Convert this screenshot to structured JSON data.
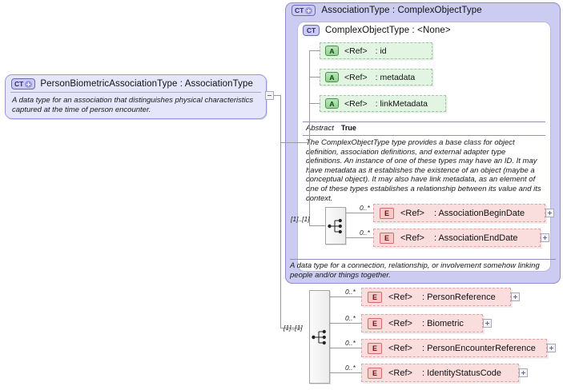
{
  "diagram": {
    "kind": "xsd-schema-diagram",
    "colors": {
      "complex_type_fill": "#ccccf2",
      "complex_type_border": "#8e8ec9",
      "type_box_fill": "#e6e6fa",
      "attribute_fill": "#e2f5e2",
      "attribute_border": "#9ec79e",
      "element_fill": "#fadede",
      "element_border": "#e0a6a6",
      "connector_line": "#9a9a9a",
      "background": "#ffffff"
    }
  },
  "left_type": {
    "badge": "CT",
    "badge_icon": "complex-type-expand-icon",
    "title": "PersonBiometricAssociationType : AssociationType",
    "documentation": "A data type for an association that distinguishes physical characteristics captured at the time of person encounter.",
    "toggle": "minus"
  },
  "association_type": {
    "badge": "CT",
    "badge_icon": "complex-type-expand-icon",
    "title": "AssociationType : ComplexObjectType",
    "documentation": "A data type for a connection, relationship, or involvement somehow linking people and/or things together."
  },
  "complex_object_type": {
    "badge": "CT",
    "badge_icon": "complex-type-icon",
    "title": "ComplexObjectType : <None>",
    "abstract_label": "Abstract",
    "abstract_value": "True",
    "documentation": "The ComplexObjectType type provides a base class for object definition, association definitions, and external adapter type definitions. An instance of one of these types may have an ID. It may have metadata as it establishes the existence of an object (maybe a conceptual object). It may also have link metadata, as an element of one of these types establishes a relationship between its value and its context.",
    "attributes": [
      {
        "badge": "A",
        "ref": "<Ref>",
        "name": ": id"
      },
      {
        "badge": "A",
        "ref": "<Ref>",
        "name": ": metadata"
      },
      {
        "badge": "A",
        "ref": "<Ref>",
        "name": ": linkMetadata"
      }
    ]
  },
  "inner_sequence": {
    "icon": "sequence-icon",
    "cardinality": "[1]..[1]",
    "elements": [
      {
        "badge": "E",
        "ref": "<Ref>",
        "name": ": AssociationBeginDate",
        "occurrence": "0..*",
        "expand": "plus"
      },
      {
        "badge": "E",
        "ref": "<Ref>",
        "name": ": AssociationEndDate",
        "occurrence": "0..*",
        "expand": "plus"
      }
    ]
  },
  "outer_sequence": {
    "icon": "sequence-icon",
    "cardinality": "[1]..[1]",
    "elements": [
      {
        "badge": "E",
        "ref": "<Ref>",
        "name": ": PersonReference",
        "occurrence": "0..*",
        "expand": "plus"
      },
      {
        "badge": "E",
        "ref": "<Ref>",
        "name": ": Biometric",
        "occurrence": "0..*",
        "expand": "plus"
      },
      {
        "badge": "E",
        "ref": "<Ref>",
        "name": ": PersonEncounterReference",
        "occurrence": "0..*",
        "expand": "plus"
      },
      {
        "badge": "E",
        "ref": "<Ref>",
        "name": ": IdentityStatusCode",
        "occurrence": "0..*",
        "expand": "plus"
      }
    ]
  }
}
